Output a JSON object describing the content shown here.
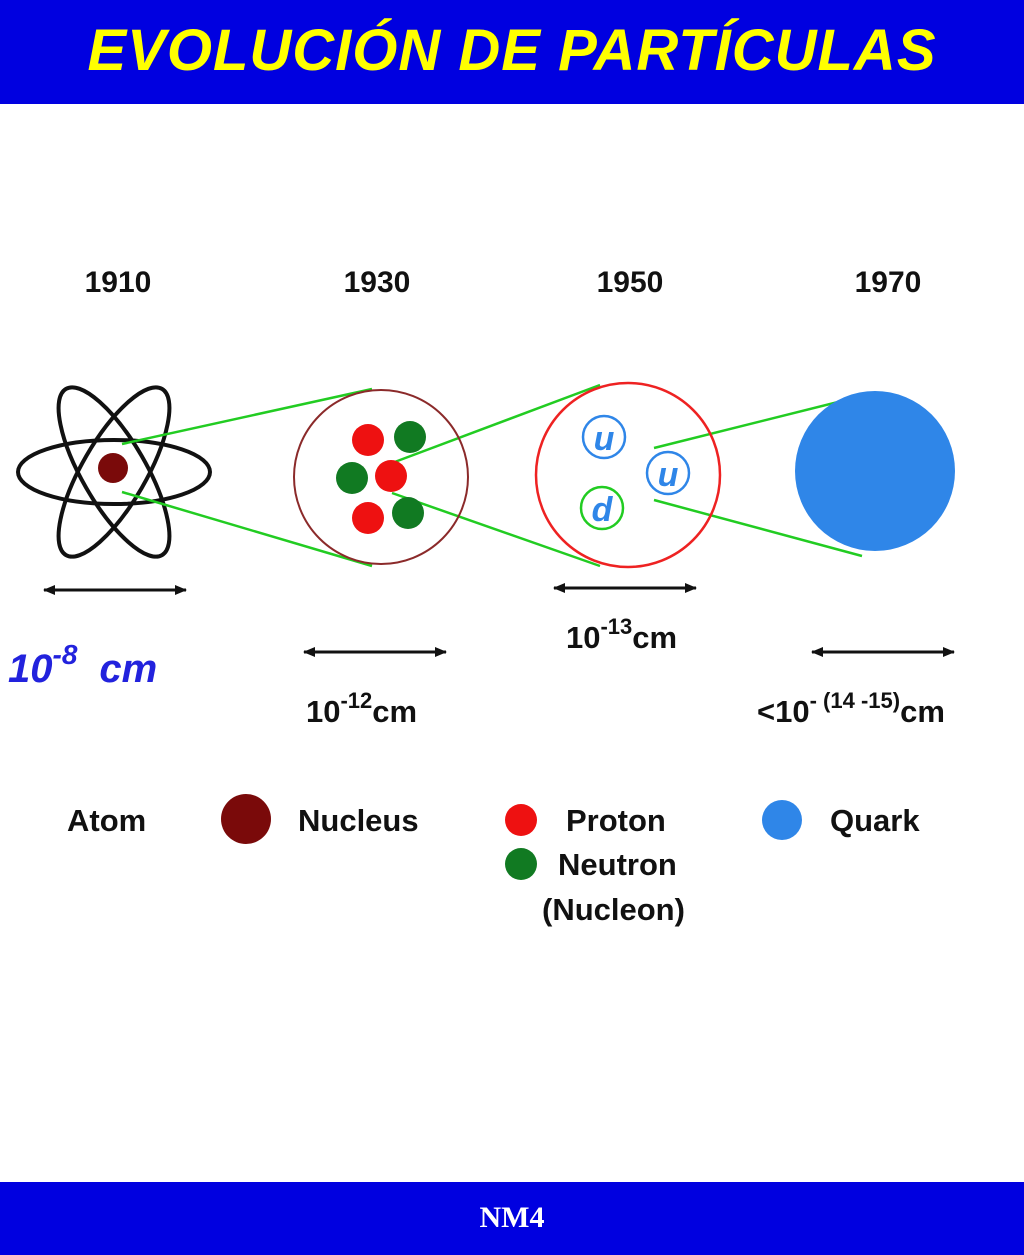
{
  "header": {
    "title": "EVOLUCIÓN DE PARTÍCULAS"
  },
  "footer": {
    "label": "NM4"
  },
  "colors": {
    "banner": "#0000e0",
    "title": "#ffff00",
    "footer_text": "#ffffff",
    "nucleus": "#7a0a0a",
    "proton": "#ee1111",
    "neutron": "#117a22",
    "quark": "#2f86e8",
    "zoom_lines": "#22cc22",
    "atom_scale": "#2222dd"
  },
  "stages": [
    {
      "year": "1910",
      "scale": {
        "base": "10",
        "exp": "-8",
        "unit": "cm"
      }
    },
    {
      "year": "1930",
      "scale": {
        "base": "10",
        "exp": "-12",
        "unit": "cm"
      }
    },
    {
      "year": "1950",
      "scale": {
        "base": "10",
        "exp": "-13",
        "unit": "cm"
      }
    },
    {
      "year": "1970",
      "scale": {
        "base": "<10",
        "exp": "- (14 -15)",
        "unit": "cm"
      }
    }
  ],
  "quarks": [
    "u",
    "u",
    "d"
  ],
  "legend": {
    "atom": "Atom",
    "nucleus": "Nucleus",
    "proton": "Proton",
    "neutron": "Neutron",
    "nucleon": "(Nucleon)",
    "quark": "Quark"
  }
}
